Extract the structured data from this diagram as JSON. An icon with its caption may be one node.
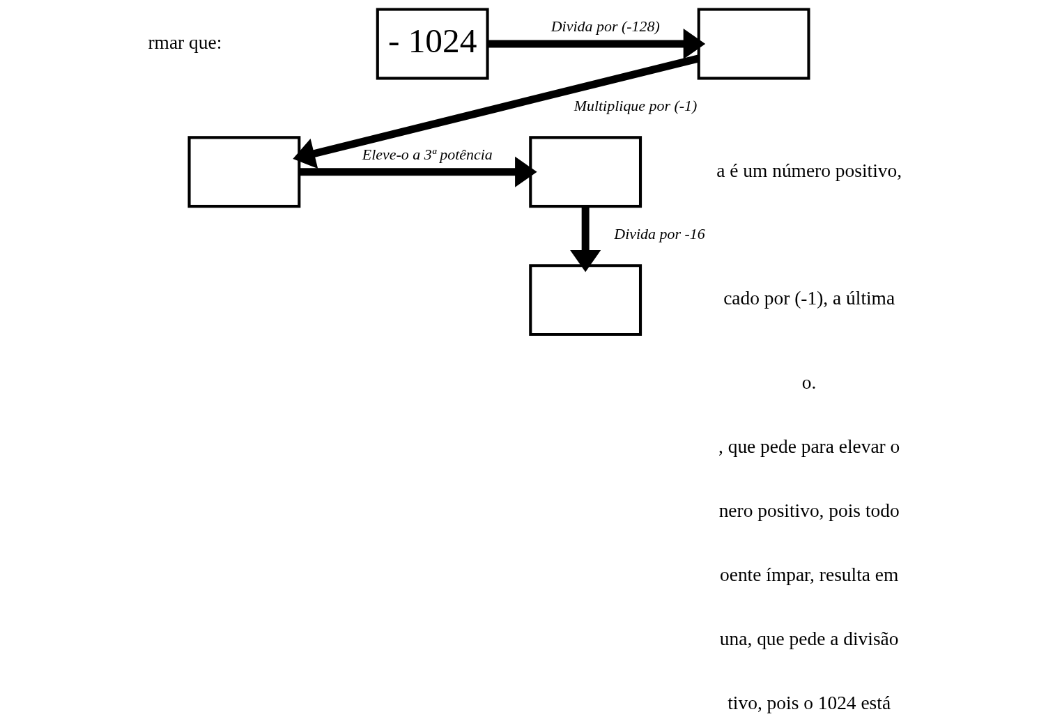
{
  "diagram": {
    "nodes": [
      {
        "text": [
          "- 1024"
        ]
      },
      {
        "text": [],
        "shape": "box"
      },
      {
        "text": [],
        "shape": "box"
      },
      {
        "text": [],
        "shape": "box"
      },
      {
        "text": [],
        "shape": "box"
      }
    ],
    "edges": [
      {
        "from": 0,
        "to": 1,
        "arrow": "to",
        "label": "Divida por (-128)"
      },
      {
        "from": 1,
        "to": 2,
        "arrow": "to",
        "label": "Multiplique por (-1)"
      },
      {
        "from": 2,
        "to": 3,
        "arrow": "to",
        "label": "Eleve-o a 3ª potência"
      },
      {
        "from": 3,
        "to": 4,
        "arrow": "to",
        "label": "Divida por -16"
      }
    ],
    "labels": [
      "rmar que:",
      "a é um número positivo,",
      "cado por (-1), a última",
      "o.",
      ", que pede para elevar o",
      "nero positivo, pois todo",
      "oente ímpar, resulta em",
      "una, que pede a divisão",
      "tivo, pois o 1024 está"
    ]
  }
}
